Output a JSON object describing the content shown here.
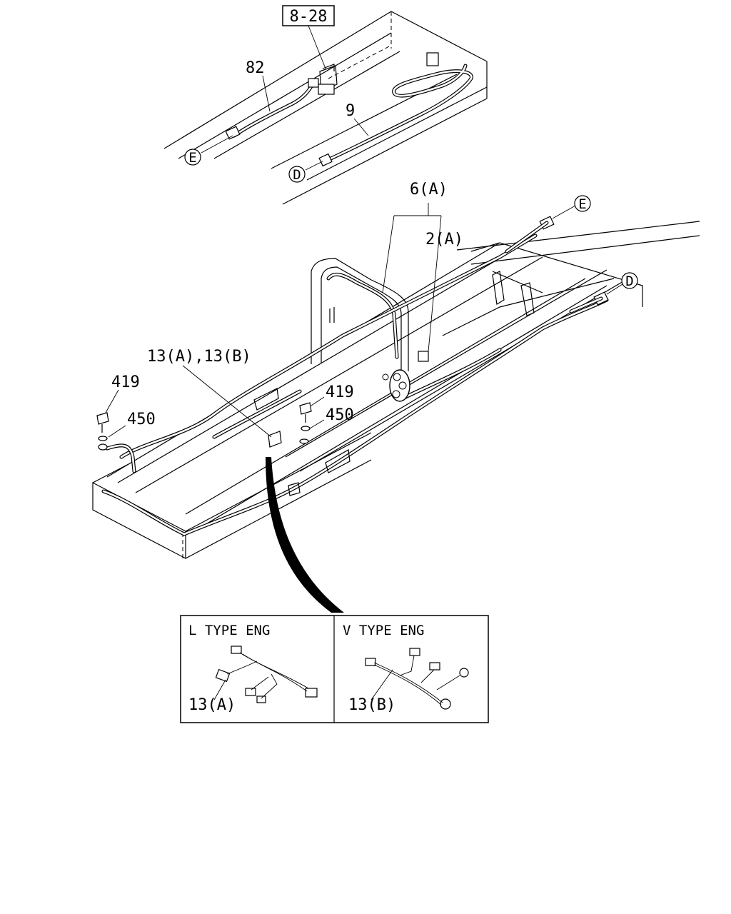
{
  "ref_box": "8-28",
  "callouts": {
    "c82": "82",
    "c9": "9",
    "c6a": "6(A)",
    "c2a": "2(A)",
    "c13ab": "13(A),13(B)",
    "c419a": "419",
    "c450a": "450",
    "c419b": "419",
    "c450b": "450"
  },
  "connectors": {
    "e_top": "E",
    "d_top": "D",
    "e_right": "E",
    "d_right": "D"
  },
  "inset": {
    "left_title": "L TYPE ENG",
    "right_title": "V TYPE ENG",
    "left_part": "13(A)",
    "right_part": "13(B)"
  }
}
